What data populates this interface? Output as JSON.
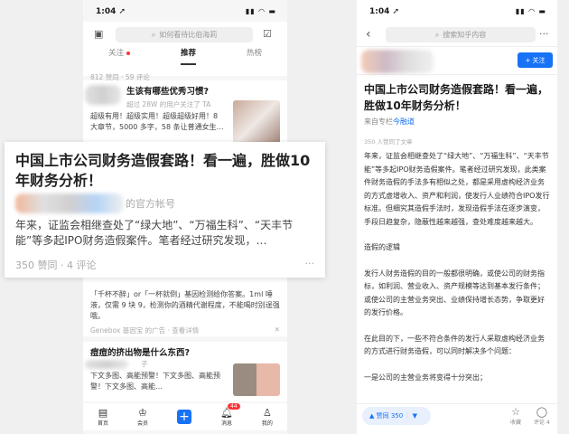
{
  "left_phone": {
    "status": {
      "time": "1:04 ➚"
    },
    "search_placeholder": "如何看待比伯海莉",
    "tabs": [
      {
        "label": "关注",
        "has_dot": true
      },
      {
        "label": "推荐",
        "active": true
      },
      {
        "label": "热榜"
      }
    ],
    "prev_stats": "812 赞同 · 59 评论",
    "card1": {
      "title": "生该有哪些优秀习惯?",
      "meta": "超过 28W 的用户关注了 TA",
      "excerpt": "超级有用！超级实用！超级超级好用！8 大章节，5000 多字，58 条让普通女生…"
    },
    "ad": {
      "text": "「千杯不醉」or「一杯就倒」基因检测给你答案。1ml 唾液，仅需 9 块 9，检测你的酒精代谢程度，不能喝时别逞强哦。",
      "source": "Genebox 基因宝 的广告 · 查看详情"
    },
    "card2": {
      "title": "痘痘的挤出物是什么东西?",
      "author_suffix": "子",
      "excerpt": "下文多图、高能预警！下文多图、高能预警！下文多图、高能…"
    },
    "nav": [
      {
        "label": "首页",
        "icon": "home-icon"
      },
      {
        "label": "会员",
        "icon": "crown-icon"
      },
      {
        "label": "+",
        "icon": "plus-icon"
      },
      {
        "label": "消息",
        "icon": "bell-icon",
        "badge": "44"
      },
      {
        "label": "我的",
        "icon": "user-icon"
      }
    ]
  },
  "popout": {
    "title": "中国上市公司财务造假套路！看一遍，胜做10年财务分析！",
    "author_suffix": "的官方帐号",
    "excerpt": "年来，证监会相继查处了“绿大地”、“万福生科”、“天丰节能”等多起IPO财务造假案件。笔者经过研究发现，…",
    "stats": "350 赞同 · 4 评论"
  },
  "right_phone": {
    "status": {
      "time": "1:04 ➚"
    },
    "search_placeholder": "搜索知乎内容",
    "follow_label": "+ 关注",
    "title": "中国上市公司财务造假套路！看一遍，胜做10年财务分析！",
    "column_prefix": "来自专栏",
    "column_name": "今融道",
    "agree_text": "350 人赞同了文章",
    "paragraphs": [
      "年来，证监会相继查处了“绿大地”、“万福生科”、“天丰节能”等多起IPO财务造假案件。笔者经过研究发现，此类案件财务造假的手法多有相似之处，都是采用虚构经济业务的方式虚增收入、资产和利润，使发行人业绩符合IPO发行标准。但细究其造假手法时，发现造假手法在逐步演变，手段日趋复杂，隐蔽性越来越强，查处难度越来越大。",
      "造假的逻辑",
      "发行人财务造假的目的一般都很明确，或使公司的财务指标，如利润、营业收入、资产规模等达到基本发行条件；或使公司的主营业务突出、业绩保持增长态势，争取更好的发行价格。",
      "在此目的下，一些不符合条件的发行人采取虚构经济业务的方式进行财务造假，可以同时解决多个问题：",
      "一是公司的主营业务将变得十分突出；"
    ],
    "vote_label": "▲ 赞同 350",
    "favorite_label": "收藏",
    "comment_label": "评论 4",
    "accent": "#1772f6"
  }
}
